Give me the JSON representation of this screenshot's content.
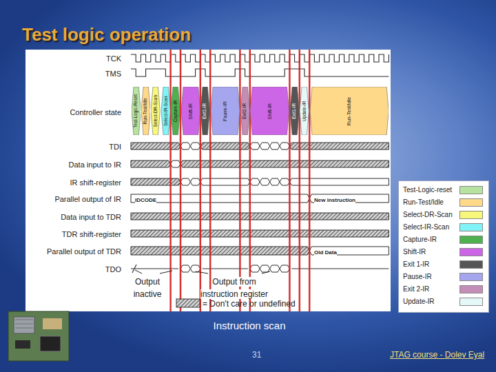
{
  "diagram": {
    "title": "Test logic operation",
    "caption": "Instruction scan",
    "nodes": [
      {
        "text": [
          "Test-Logic-Reset"
        ]
      },
      {
        "text": [
          "Run-Test/Idle"
        ]
      },
      {
        "text": [
          "Select-DR-Scan"
        ]
      },
      {
        "text": [
          "Select-IR-Scan"
        ]
      },
      {
        "text": [
          "Capture-IR"
        ]
      },
      {
        "text": [
          "Shift-IR"
        ]
      },
      {
        "text": [
          "Exit1-IR"
        ]
      },
      {
        "text": [
          "Pause-IR"
        ]
      },
      {
        "text": [
          "Exit2-IR"
        ]
      },
      {
        "text": [
          "Shift-IR"
        ]
      },
      {
        "text": [
          "Exit1-IR"
        ]
      },
      {
        "text": [
          "Update-IR"
        ]
      },
      {
        "text": [
          "Run-Test/Idle"
        ]
      }
    ],
    "labels": [
      "TCK",
      "TMS",
      "Controller state",
      "TDI",
      "Data input to IR",
      "IR shift-register",
      "Parallel output of IR",
      "Data input to TDR",
      "TDR shift-register",
      "Parallel output of TDR",
      "TDO",
      "IDCODE",
      "New instruction",
      "Old Data",
      "Output inactive",
      "Output from instruction register",
      "= Don't care or undefined",
      "31",
      "JTAG course - Dolev Eyal"
    ],
    "legend": [
      {
        "text": "Test-Logic-reset",
        "color": "#b6e3a0"
      },
      {
        "text": "Run-Test/Idle",
        "color": "#ffd98a"
      },
      {
        "text": "Select-DR-Scan",
        "color": "#f7f77a"
      },
      {
        "text": "Select-IR-Scan",
        "color": "#7ff3f5"
      },
      {
        "text": "Capture-IR",
        "color": "#4fb04f"
      },
      {
        "text": "Shift-IR",
        "color": "#cc66e6"
      },
      {
        "text": "Exit 1-IR",
        "color": "#555555"
      },
      {
        "text": "Pause-IR",
        "color": "#a6a6ee"
      },
      {
        "text": "Exit 2-IR",
        "color": "#c48db8"
      },
      {
        "text": "Update-IR",
        "color": "#e4f8f8"
      }
    ]
  }
}
